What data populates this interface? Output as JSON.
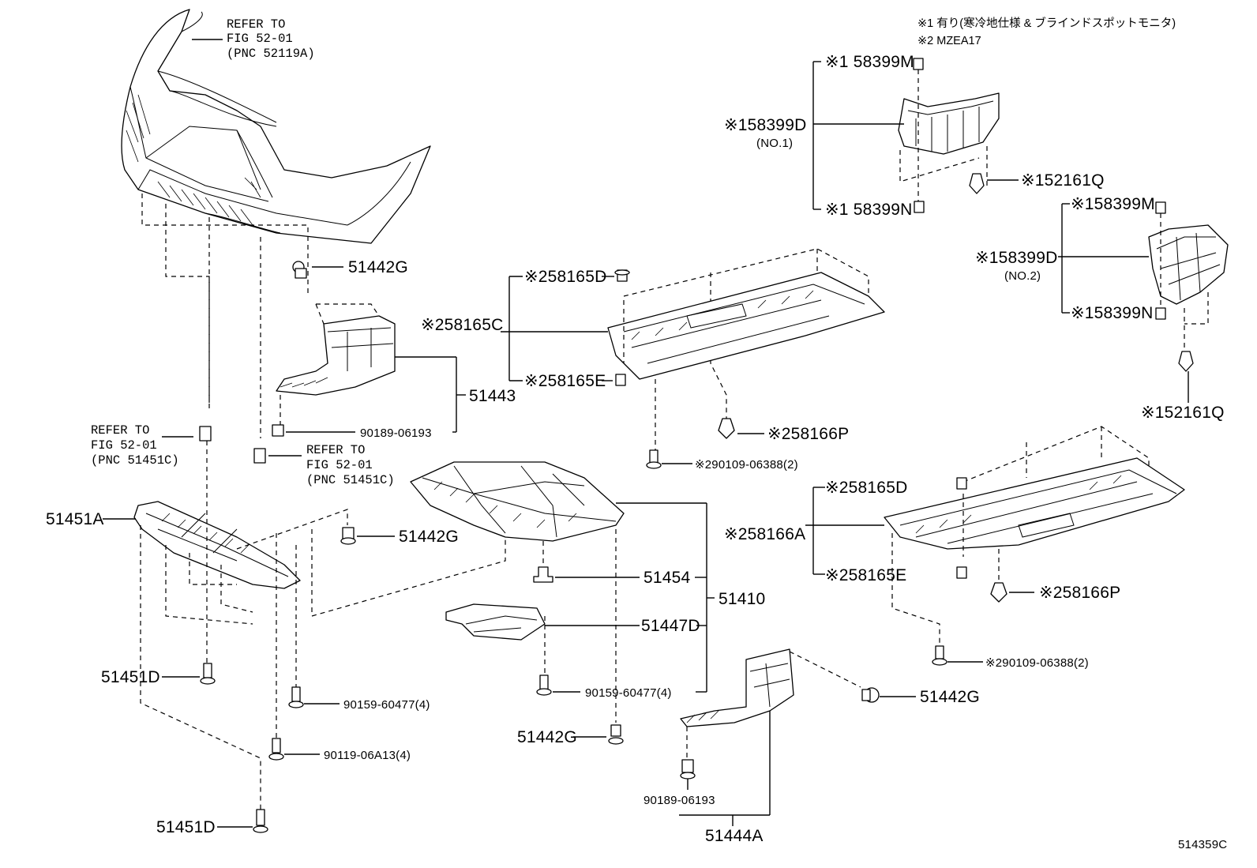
{
  "notes": {
    "note1": "※1 有り(寒冷地仕様 & ブラインドスポットモニタ)",
    "note2": "※2 MZEA17"
  },
  "refs": {
    "ref_top": [
      "REFER TO",
      "FIG 52-01",
      "(PNC 52119A)"
    ],
    "ref_left": [
      "REFER TO",
      "FIG 52-01",
      "(PNC 51451C)"
    ],
    "ref_mid": [
      "REFER TO",
      "FIG 52-01",
      "(PNC 51451C)"
    ]
  },
  "labels": {
    "p51442G_a": "51442G",
    "p51443": "51443",
    "p90189_a": "90189-06193",
    "p51451A": "51451A",
    "p51442G_b": "51442G",
    "p51451D_a": "51451D",
    "p90159_a": "90159-60477(4)",
    "p90119": "90119-06A13(4)",
    "p51451D_b": "51451D",
    "p58165D_a": "※258165D",
    "p58165C": "※258165C",
    "p58165E_a": "※258165E",
    "p58166P_a": "※258166P",
    "p90109_a": "※290109-06388(2)",
    "p51454": "51454",
    "p51410": "51410",
    "p51447D": "51447D",
    "p90159_b": "90159-60477(4)",
    "p51442G_c": "51442G",
    "p58399M_a": "※1 58399M",
    "p58399D_a": "※158399D",
    "p58399D_a_sub": "(NO.1)",
    "p52161Q_a": "※152161Q",
    "p58399N_a": "※1 58399N",
    "p58399M_b": "※158399M",
    "p58399D_b": "※158399D",
    "p58399D_b_sub": "(NO.2)",
    "p58399N_b": "※158399N",
    "p52161Q_b": "※152161Q",
    "p58165D_b": "※258165D",
    "p58166A": "※258166A",
    "p58165E_b": "※258165E",
    "p58166P_b": "※258166P",
    "p90109_b": "※290109-06388(2)",
    "p51442G_d": "51442G",
    "p90189_b": "90189-06193",
    "p51444A": "51444A",
    "diagram_code": "514359C"
  }
}
